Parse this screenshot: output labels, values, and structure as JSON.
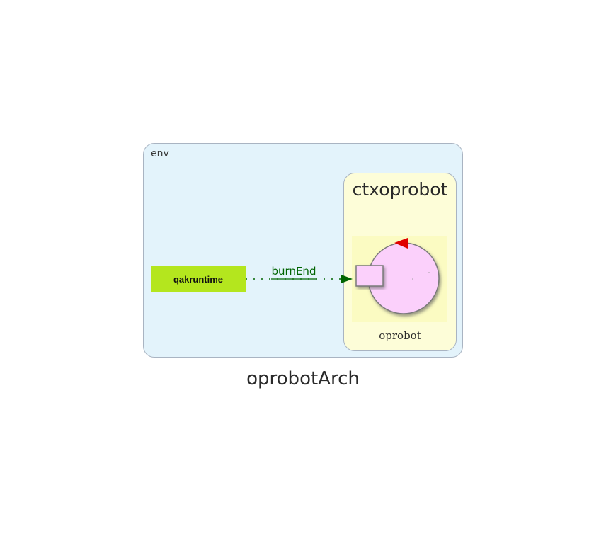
{
  "diagram": {
    "title": "oprobotArch",
    "environment": {
      "label": "env",
      "fill": "#e3f3fb"
    },
    "context": {
      "label": "ctxoprobot",
      "fill": "#fdfdd8"
    },
    "actors": [
      {
        "id": "qakruntime",
        "label": "qakruntime",
        "fill": "#b4e61e"
      },
      {
        "id": "oprobot",
        "label": "oprobot",
        "fill": "#fbd0fb"
      }
    ],
    "messages": [
      {
        "label": "burnEnd",
        "from": "qakruntime",
        "to": "oprobot",
        "color": "#006400",
        "style": "dotted"
      }
    ]
  }
}
